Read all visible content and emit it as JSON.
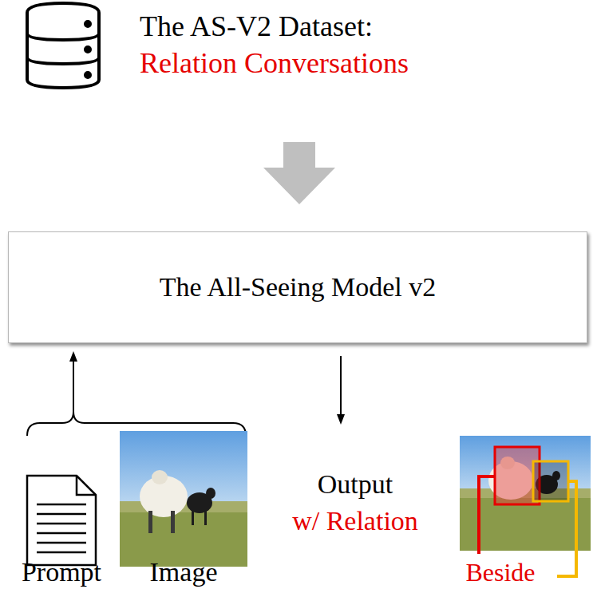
{
  "diagram": {
    "nodes": [
      {
        "text": [
          "The All-Seeing Model v2"
        ]
      }
    ],
    "labels": [
      "The AS-V2 Dataset:",
      "Relation Conversations",
      "Output",
      "w/ Relation",
      "Prompt",
      "Image",
      "Beside"
    ]
  }
}
